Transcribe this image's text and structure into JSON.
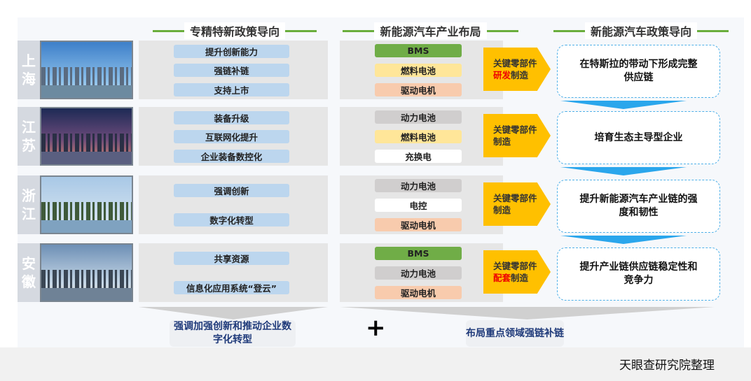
{
  "headers": [
    "专精特新政策导向",
    "新能源汽车产业布局",
    "新能源汽车政策导向"
  ],
  "rows": [
    {
      "region": [
        "上",
        "海"
      ],
      "policies": [
        "提升创新能力",
        "强链补链",
        "支持上市"
      ],
      "components": [
        {
          "label": "BMS",
          "color": "#70ad47"
        },
        {
          "label": "燃料电池",
          "color": "#ffe699"
        },
        {
          "label": "驱动电机",
          "color": "#f8cbad"
        }
      ],
      "arrow": {
        "line1": "关键零部件",
        "highlight": "研发",
        "rest": "制造"
      },
      "direction": "在特斯拉的带动下形成完整供应链"
    },
    {
      "region": [
        "江",
        "苏"
      ],
      "policies": [
        "装备升级",
        "互联网化提升",
        "企业装备数控化"
      ],
      "components": [
        {
          "label": "动力电池",
          "color": "#d0cece"
        },
        {
          "label": "燃料电池",
          "color": "#ffe699"
        },
        {
          "label": "充换电",
          "color": "#ffffff"
        }
      ],
      "arrow": {
        "line1": "关键零部件",
        "highlight": "",
        "rest": "制造"
      },
      "direction": "培育生态主导型企业"
    },
    {
      "region": [
        "浙",
        "江"
      ],
      "policies": [
        "强调创新",
        "数字化转型"
      ],
      "components": [
        {
          "label": "动力电池",
          "color": "#d0cece"
        },
        {
          "label": "电控",
          "color": "#ffffff"
        },
        {
          "label": "驱动电机",
          "color": "#f8cbad"
        }
      ],
      "arrow": {
        "line1": "关键零部件",
        "highlight": "",
        "rest": "制造"
      },
      "direction": "提升新能源汽车产业链的强度和韧性"
    },
    {
      "region": [
        "安",
        "徽"
      ],
      "policies": [
        "共享资源",
        "信息化应用系统“登云”"
      ],
      "components": [
        {
          "label": "BMS",
          "color": "#70ad47"
        },
        {
          "label": "动力电池",
          "color": "#d0cece"
        },
        {
          "label": "驱动电机",
          "color": "#f8cbad"
        }
      ],
      "arrow": {
        "line1": "关键零部件",
        "highlight": "配套",
        "rest": "制造"
      },
      "direction": "提升产业链供应链稳定性和竞争力"
    }
  ],
  "summary": {
    "left": "强调加强创新和推动企业数字化转型",
    "plus": "+",
    "right": "布局重点领域强链补链"
  },
  "source": "天眼查研究院整理"
}
